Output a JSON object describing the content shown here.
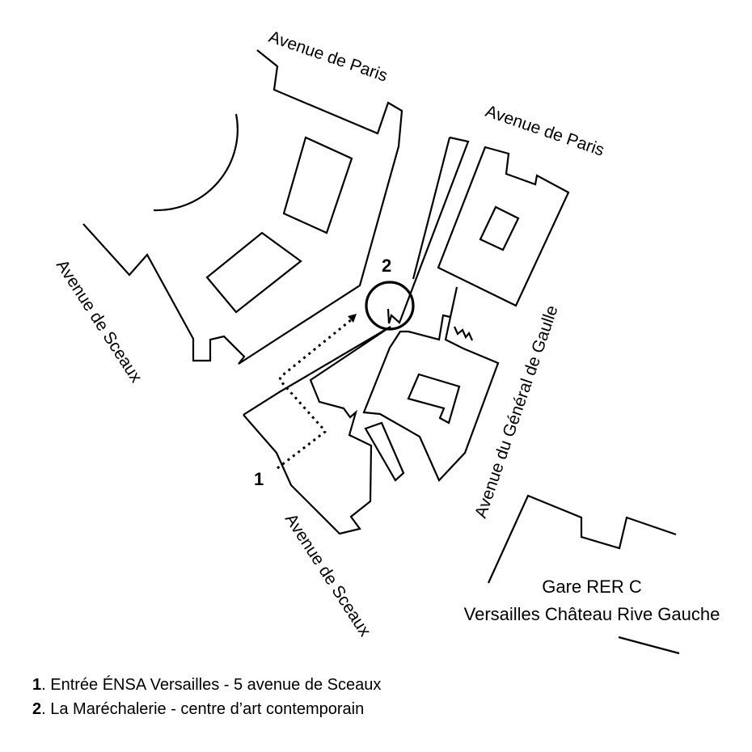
{
  "streets": {
    "avenue_de_paris_top": "Avenue de Paris",
    "avenue_de_paris_right": "Avenue de Paris",
    "avenue_de_sceaux_left": "Avenue de Sceaux",
    "avenue_de_sceaux_bottom": "Avenue de Sceaux",
    "avenue_du_general_de_gaulle": "Avenue du Général de Gaulle"
  },
  "markers": {
    "entrance_number": "1",
    "marechalerie_number": "2"
  },
  "station": {
    "line1": "Gare RER C",
    "line2": "Versailles Château Rive Gauche"
  },
  "legend": [
    {
      "number": "1",
      "text": ". Entrée ÉNSA Versailles - 5 avenue de Sceaux"
    },
    {
      "number": "2",
      "text": ". La Maréchalerie - centre d’art contemporain"
    }
  ],
  "icons": {
    "railway": "railway-zigzag-icon",
    "entrance_route": "dotted-route-arrow"
  }
}
